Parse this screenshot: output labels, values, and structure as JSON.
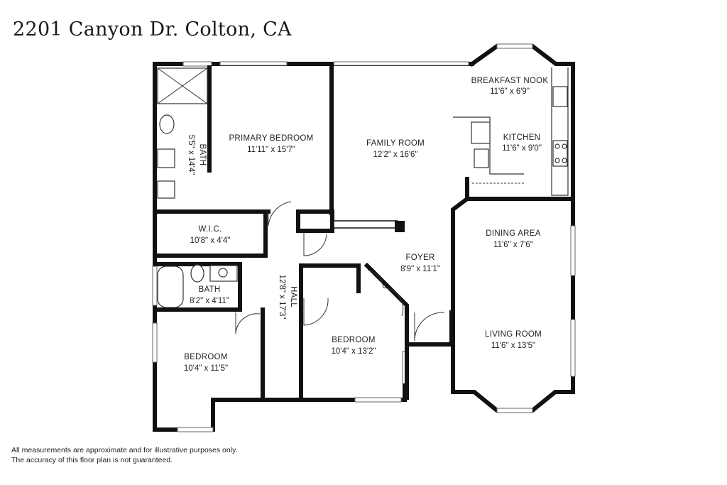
{
  "title": "2201 Canyon Dr. Colton, CA",
  "rooms": {
    "breakfast_nook": {
      "name": "BREAKFAST NOOK",
      "dim": "11'6\" x 6'9\""
    },
    "kitchen": {
      "name": "KITCHEN",
      "dim": "11'6\" x 9'0\""
    },
    "family_room": {
      "name": "FAMILY ROOM",
      "dim": "12'2\" x 16'6\""
    },
    "primary_bedroom": {
      "name": "PRIMARY BEDROOM",
      "dim": "11'11\" x 15'7\""
    },
    "primary_bath": {
      "name": "BATH",
      "dim": "5'5\" x 14'4\""
    },
    "wic": {
      "name": "W.I.C.",
      "dim": "10'8\" x 4'4\""
    },
    "dining_area": {
      "name": "DINING AREA",
      "dim": "11'6\" x 7'6\""
    },
    "foyer": {
      "name": "FOYER",
      "dim": "8'9\" x 11'1\""
    },
    "bath": {
      "name": "BATH",
      "dim": "8'2\" x 4'11\""
    },
    "hall": {
      "name": "HALL",
      "dim": "12'8\" x 17'3\""
    },
    "bedroom_center": {
      "name": "BEDROOM",
      "dim": "10'4\" x 13'2\""
    },
    "living_room": {
      "name": "LIVING ROOM",
      "dim": "11'6\" x 13'5\""
    },
    "bedroom_left": {
      "name": "BEDROOM",
      "dim": "10'4\" x 11'5\""
    }
  },
  "disclaimer": {
    "line1": "All measurements are approximate and for illustrative purposes only.",
    "line2": "The accuracy of this floor plan is not guaranteed."
  }
}
